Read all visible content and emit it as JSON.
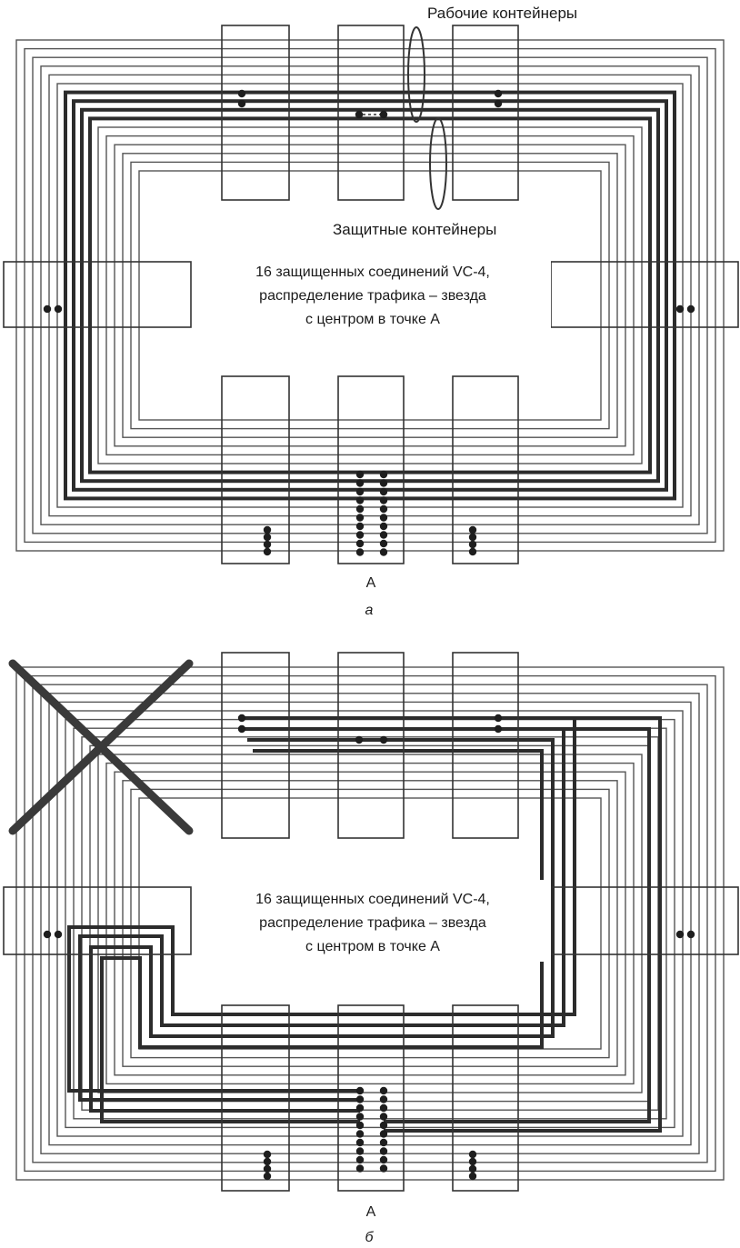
{
  "figure": {
    "panel_a": {
      "working_label": "Рабочие контейнеры",
      "protect_label": "Защитные контейнеры",
      "caption_lines": [
        "16 защищенных соединений VC-4,",
        "распределение трафика – звезда",
        "с центром в точке А"
      ],
      "node_label": "А",
      "sublabel": "а"
    },
    "panel_b": {
      "caption_lines": [
        "16 защищенных соединений VC-4,",
        "распределение трафика – звезда",
        "с центром в точке А"
      ],
      "node_label": "А",
      "sublabel": "б"
    }
  }
}
